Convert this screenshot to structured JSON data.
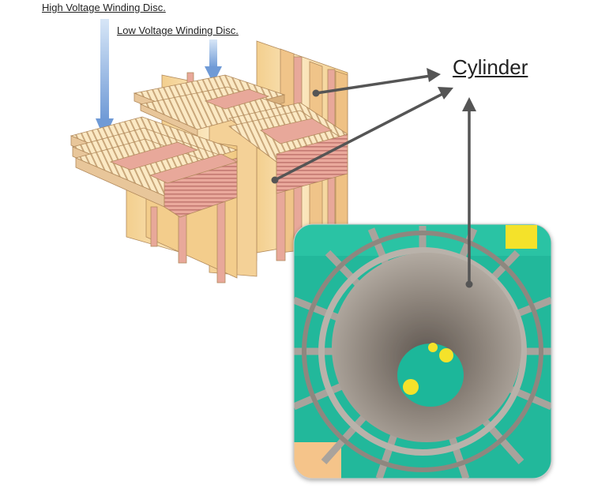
{
  "labels": {
    "high_voltage": "High Voltage Winding Disc.",
    "low_voltage": "Low Voltage Winding Disc.",
    "cylinder": "Cylinder"
  },
  "colors": {
    "disc_fill": "#f8e3b6",
    "disc_stripe": "#c9a77b",
    "spacer_pink": "#e8a89a",
    "spacer_stripe": "#c9807a",
    "cylinder_fill": "#f7d89c",
    "arrow_blue": "#7fa7d9",
    "arrow_gray": "#555555",
    "photo_teal": "#1fb79a",
    "photo_yellow": "#f4e22a",
    "photo_gray": "#9c948c"
  },
  "icons": [
    "down-arrow-icon",
    "pointer-arrow-icon"
  ]
}
